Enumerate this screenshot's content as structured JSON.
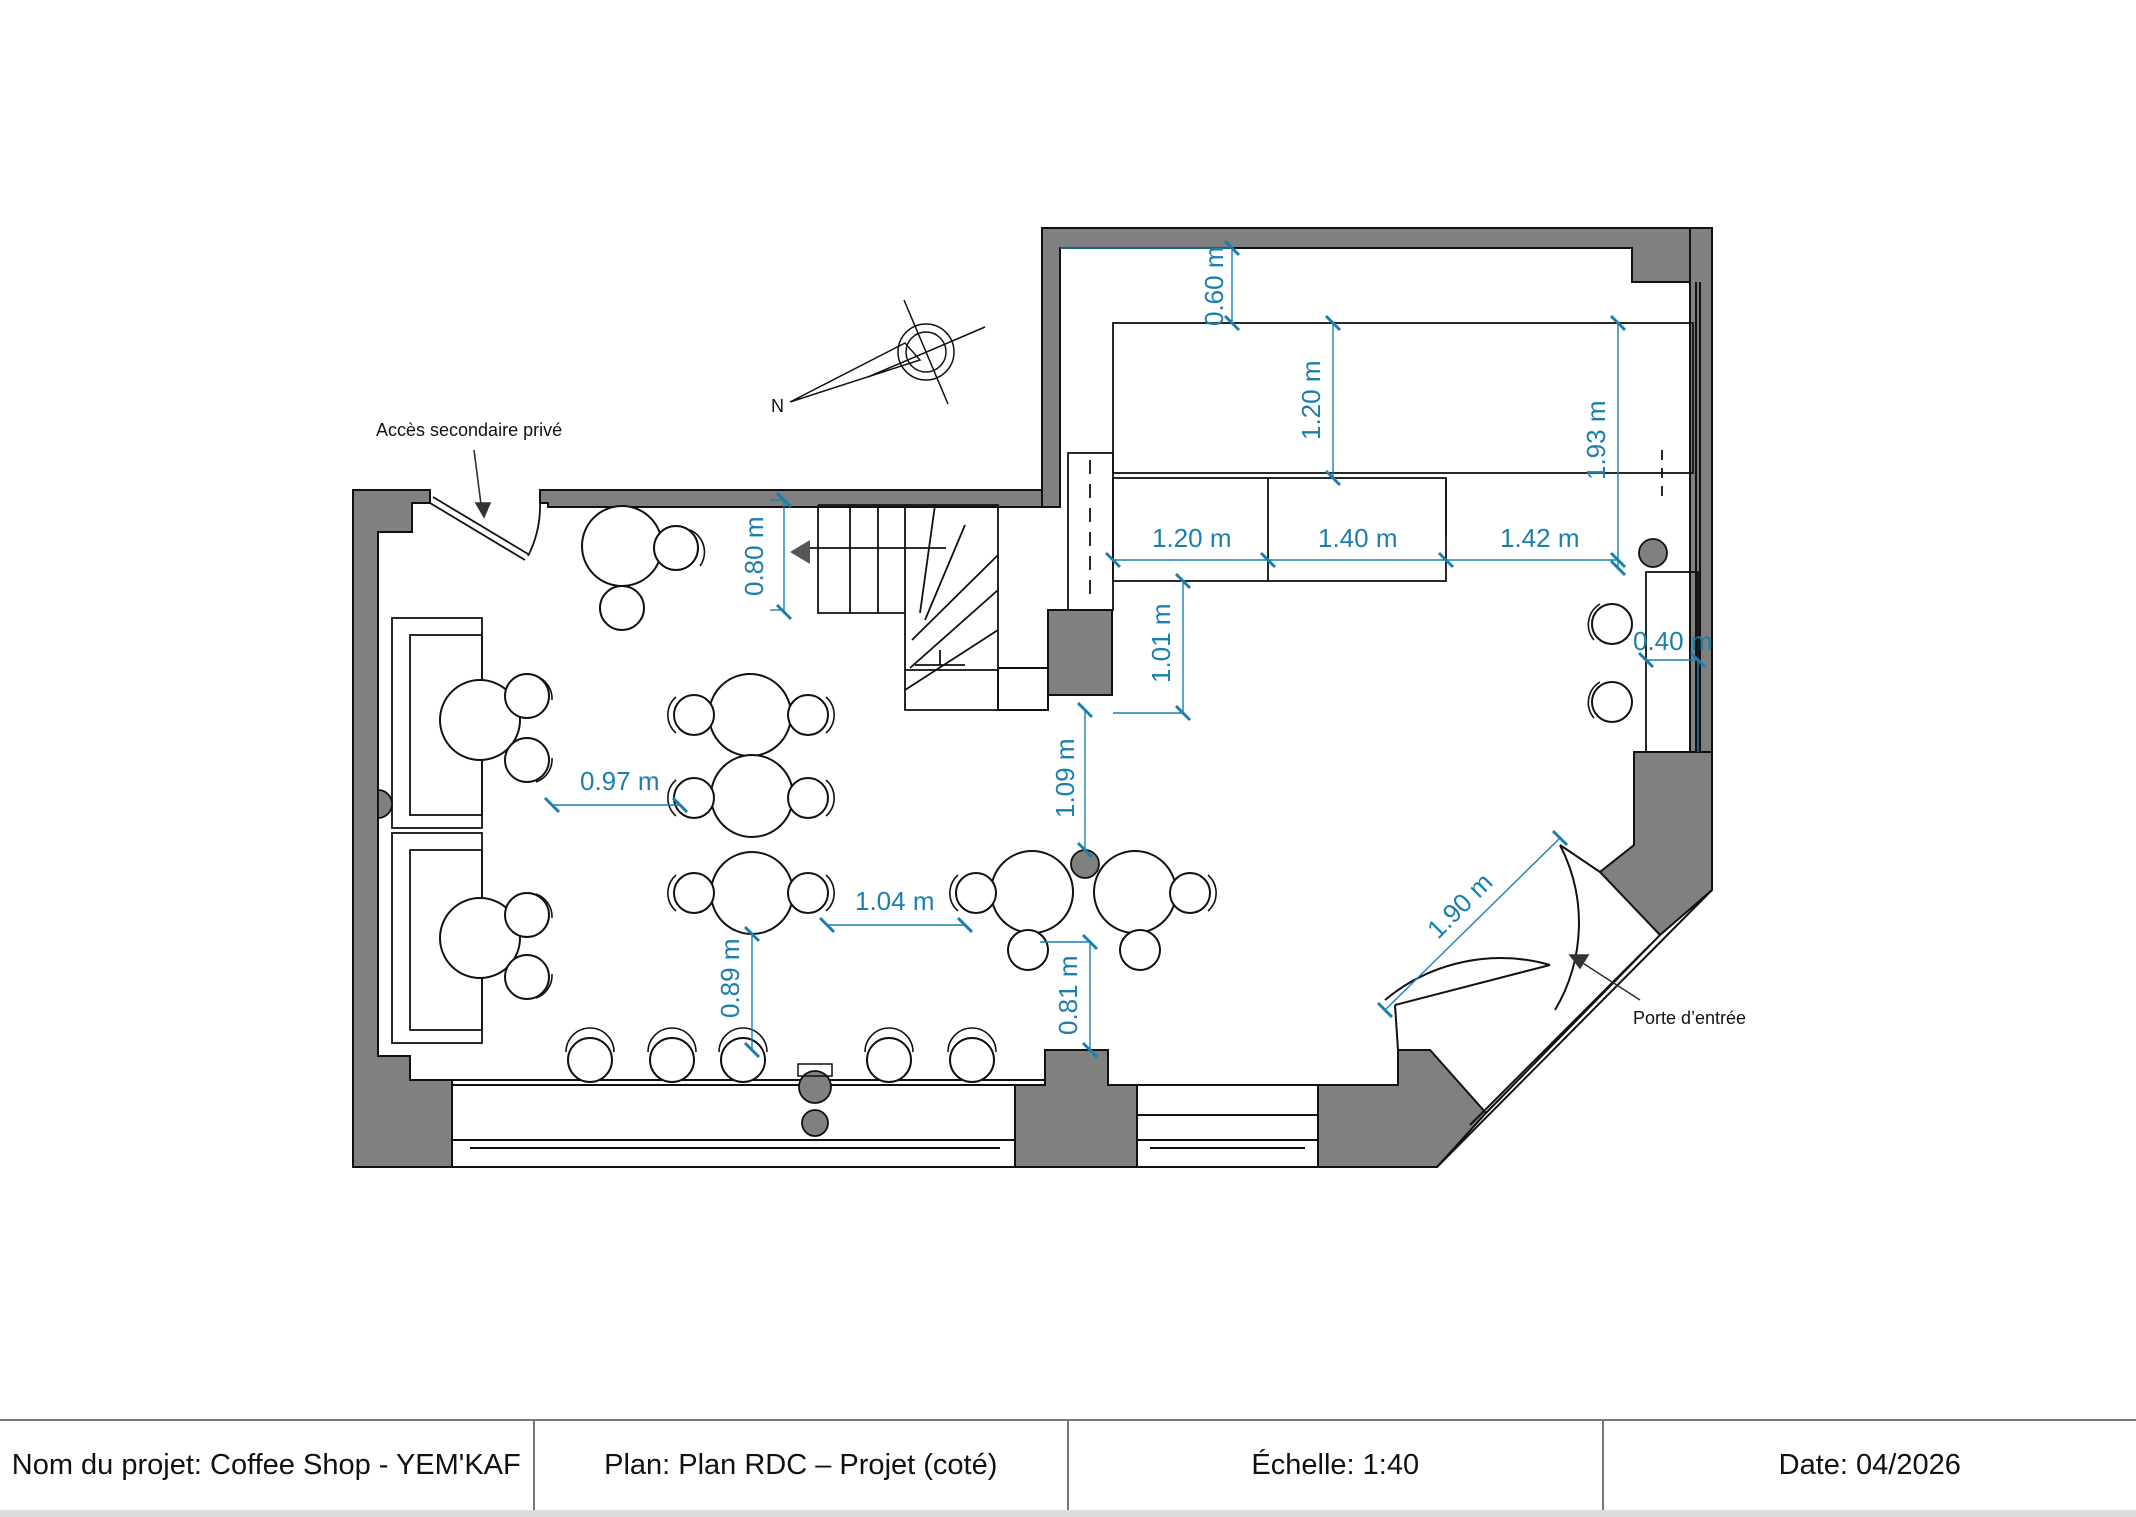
{
  "labels": {
    "north": "N",
    "secondary_access": "Accès secondaire privé",
    "entrance_door": "Porte d’entrée"
  },
  "dimensions": {
    "d060": "0.60 m",
    "d120v": "1.20 m",
    "d193": "1.93 m",
    "d080": "0.80 m",
    "d120h": "1.20 m",
    "d140": "1.40 m",
    "d142": "1.42 m",
    "d101": "1.01 m",
    "d040": "0.40 m",
    "d109": "1.09 m",
    "d097": "0.97 m",
    "d104": "1.04 m",
    "d089": "0.89 m",
    "d081": "0.81 m",
    "d190": "1.90 m"
  },
  "title_block": {
    "project": "Nom du projet: Coffee Shop - YEM'KAF",
    "plan": "Plan: Plan RDC – Projet (coté)",
    "scale": "Échelle: 1:40",
    "date": "Date: 04/2026"
  },
  "colors": {
    "wall": "#808080",
    "dimension": "#1a7fae",
    "line": "#111111"
  }
}
